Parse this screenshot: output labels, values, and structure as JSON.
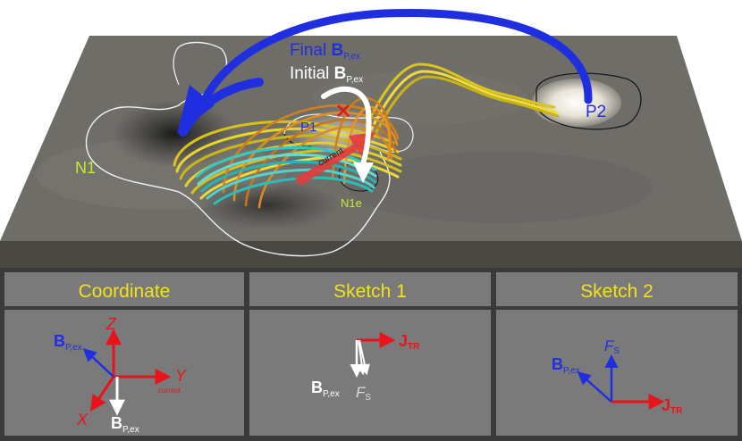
{
  "top_panel": {
    "regions": {
      "n1": "N1",
      "p1": "P1",
      "p2": "P2",
      "n1e": "N1e"
    },
    "current_label": "current",
    "final_field": {
      "prefix": "Final ",
      "symbol": "B",
      "subscript": "P,ex",
      "color": "#1f2fe0"
    },
    "initial_field": {
      "prefix": "Initial ",
      "symbol": "B",
      "subscript": "P,ex",
      "color": "#ffffff"
    }
  },
  "panels": [
    {
      "title": "Coordinate"
    },
    {
      "title": "Sketch 1"
    },
    {
      "title": "Sketch 2"
    }
  ],
  "coordinate": {
    "z": "Z",
    "y": "Y",
    "x": "X",
    "current": "current",
    "b_blue": {
      "symbol": "B",
      "subscript": "P,ex"
    },
    "b_white": {
      "symbol": "B",
      "subscript": "P,ex"
    }
  },
  "sketch1": {
    "j": {
      "symbol": "J",
      "subscript": "TR"
    },
    "b": {
      "symbol": "B",
      "subscript": "P,ex"
    },
    "f": {
      "symbol": "F",
      "subscript": "S"
    }
  },
  "sketch2": {
    "j": {
      "symbol": "J",
      "subscript": "TR"
    },
    "b": {
      "symbol": "B",
      "subscript": "P,ex"
    },
    "f": {
      "symbol": "F",
      "subscript": "S"
    }
  },
  "colors": {
    "title_yellow": "#f2e21a",
    "vector_red": "#e8141c",
    "vector_blue": "#1f2fe0",
    "label_green": "#c6ea2a",
    "panel_gray": "#7a7a7a",
    "frame_dark": "#3a3a3a"
  }
}
